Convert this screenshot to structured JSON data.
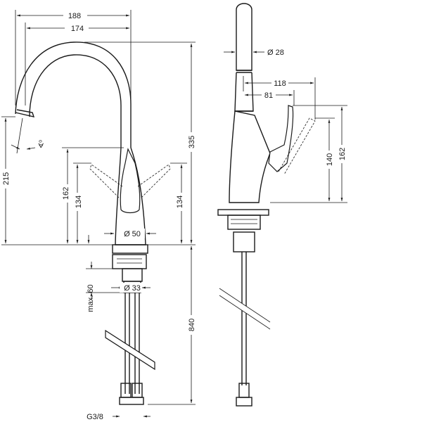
{
  "dimensions": {
    "width_188": "188",
    "width_174": "174",
    "height_335": "335",
    "height_215": "215",
    "height_162_left": "162",
    "height_134_left": "134",
    "height_134_right": "134",
    "angle": "∢ᵒ",
    "base_dia": "Ø 50",
    "dia_28": "Ø 28",
    "reach_118": "118",
    "reach_81": "81",
    "height_140": "140",
    "height_162_right": "162",
    "max_60": "max. 60",
    "dia_33": "Ø 33",
    "length_840": "840",
    "thread": "G3/8"
  }
}
